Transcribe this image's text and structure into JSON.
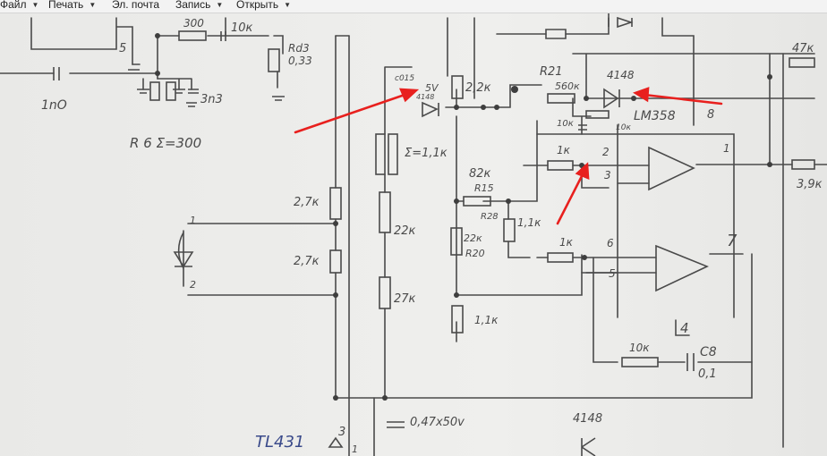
{
  "toolbar": {
    "file": "Файл",
    "print": "Печать",
    "email": "Эл. почта",
    "record": "Запись",
    "open": "Открыть"
  },
  "schematic": {
    "labels": {
      "c_1n0": "1nO",
      "r_300": "300",
      "r_10k_top": "10к",
      "rd3": "Rd3",
      "r_033": "0,33",
      "c_3n3": "3n3",
      "r6_sum": "R 6 Σ=300",
      "pin5_top": "5",
      "r_27k_a": "2,7к",
      "r_27k_b": "2,7к",
      "opto_pin1": "1",
      "opto_pin2": "2",
      "zener_5v": "5V",
      "zener_code": "4148",
      "zener_pre": "c015",
      "r_22k_a": "2,2к",
      "r_sum_11k": "Σ=1,1к",
      "r_22k_b": "22к",
      "r_27k_c": "27к",
      "r_82k": "82к",
      "r15": "R15",
      "r_22k_c": "22к",
      "r20": "R20",
      "r28": "R28",
      "r_11k_a": "1,1к",
      "r_11k_b": "1,1к",
      "r21": "R21",
      "r_560k": "560к",
      "d_4148": "4148",
      "r_10k_b": "10к",
      "r_10k_c": "10к",
      "lm358": "LM358",
      "pin8": "8",
      "r_1k_a": "1к",
      "pin2": "2",
      "pin3": "3",
      "pin1": "1",
      "r_1k_b": "1к",
      "pin6": "6",
      "pin5": "5",
      "pin7": "7",
      "pin4": "4",
      "r_10k_d": "10к",
      "c8": "C8",
      "c8_val": "0,1",
      "r_47k": "47к",
      "r_39k": "3,9к",
      "cap_047": "0,47х50v",
      "d_4148_bottom": "4148",
      "tl431": "TL431",
      "tl_pin3": "3",
      "tl_pin1": "1"
    },
    "colors": {
      "ink": "#4a4a4a",
      "paper": "#ececea",
      "arrow": "#e8201e",
      "tl431_ink": "#3a4a8a"
    }
  }
}
